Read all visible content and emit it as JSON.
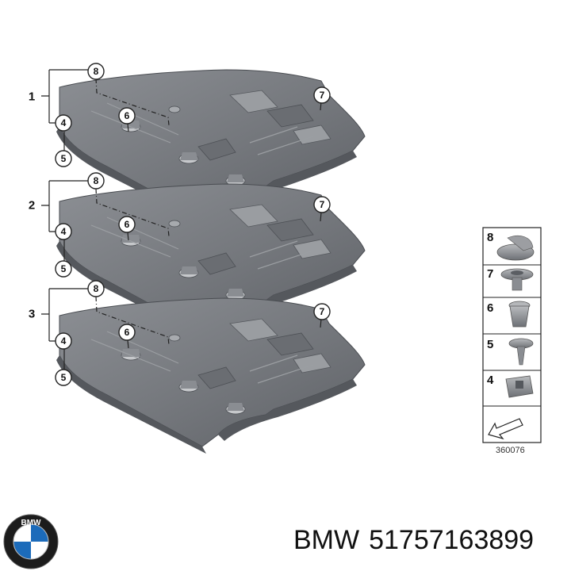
{
  "brand": {
    "logo_text": "BMW",
    "logo_colors": {
      "ring": "#1c1c1c",
      "blue": "#1c6bba",
      "white": "#ffffff"
    }
  },
  "caption": {
    "brand": "BMW",
    "part_number": "51757163899"
  },
  "diagram": {
    "groups": [
      {
        "label": "1",
        "callouts": [
          "8",
          "4",
          "5",
          "6",
          "7"
        ]
      },
      {
        "label": "2",
        "callouts": [
          "8",
          "4",
          "5",
          "6",
          "7"
        ]
      },
      {
        "label": "3",
        "callouts": [
          "8",
          "4",
          "5",
          "6",
          "7"
        ]
      }
    ],
    "parts_legend": [
      "8",
      "7",
      "6",
      "5",
      "4"
    ],
    "diagram_code": "360076"
  },
  "colors": {
    "shield_top": "#7a7d82",
    "shield_edge": "#5c5f64",
    "line": "#222222"
  }
}
